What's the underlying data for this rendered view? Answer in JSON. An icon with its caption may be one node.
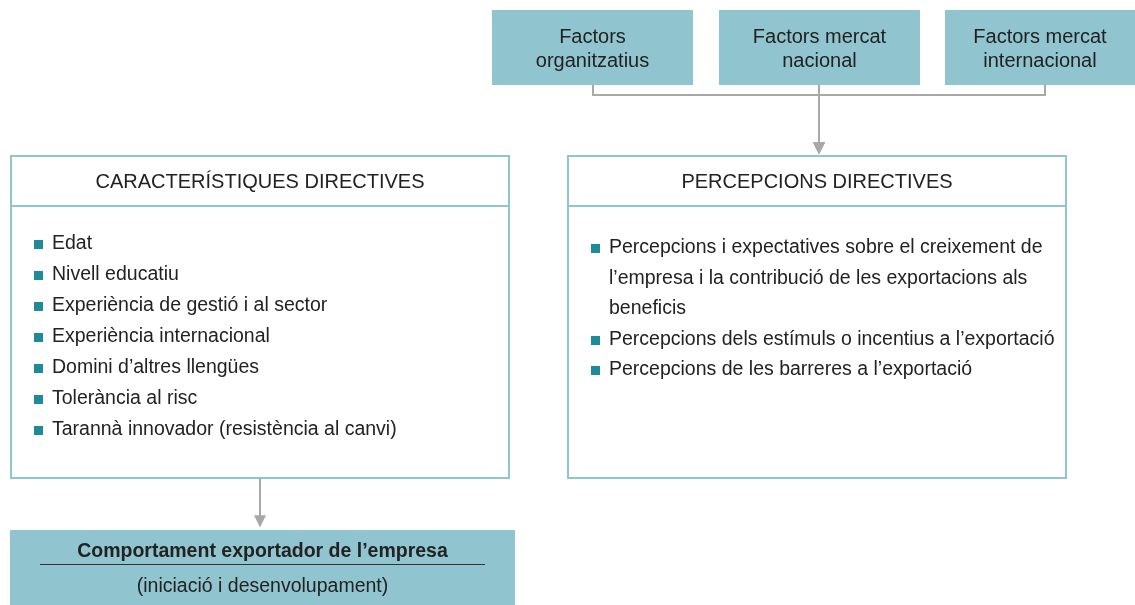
{
  "diagram": {
    "nodes": [
      {
        "text": [
          "Factors organitzatius"
        ]
      },
      {
        "text": [
          "Factors mercat nacional"
        ]
      },
      {
        "text": [
          "Factors mercat internacional"
        ]
      },
      {
        "text": [
          "PERCEPCIONS DIRECTIVES",
          "Percepcions i expectatives sobre el creixement de l’empresa i la contribució de les exportacions als beneficis",
          "Percepcions dels estímuls o incentius a l’exportació",
          "Percepcions de les barreres a l’exportació"
        ]
      },
      {
        "text": [
          "CARACTERÍSTIQUES DIRECTIVES",
          "Edat",
          "Nivell educatiu",
          "Experiència de gestió i al sector",
          "Experiència internacional",
          "Domini d’altres llengües",
          "Tolerància al risc",
          "Tarannà innovador (resistència al canvi)"
        ]
      },
      {
        "text": [
          "Comportament exportador de l’empresa",
          "(iniciació i desenvolupament)"
        ]
      }
    ],
    "edges": [
      {
        "from": 0,
        "to": 3,
        "arrow": "to"
      },
      {
        "from": 1,
        "to": 3,
        "arrow": "to"
      },
      {
        "from": 2,
        "to": 3,
        "arrow": "to"
      },
      {
        "from": 4,
        "to": 5,
        "arrow": "to"
      }
    ]
  }
}
